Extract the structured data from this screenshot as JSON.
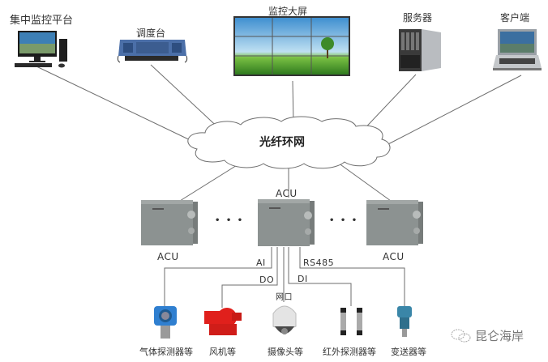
{
  "top_devices": [
    {
      "id": "central-monitoring",
      "label": "集中监控平台"
    },
    {
      "id": "dispatch-console",
      "label": "调度台"
    },
    {
      "id": "video-wall",
      "label": "监控大屏"
    },
    {
      "id": "server",
      "label": "服务器"
    },
    {
      "id": "client",
      "label": "客户端"
    }
  ],
  "network": {
    "label": "光纤环网"
  },
  "acus": [
    {
      "id": "acu-left",
      "label": "ACU"
    },
    {
      "id": "acu-center",
      "label": "ACU"
    },
    {
      "id": "acu-right",
      "label": "ACU"
    }
  ],
  "ellipsis": "• • •",
  "signals": {
    "ai": "AI",
    "do": "DO",
    "di": "DI",
    "rs485": "RS485",
    "network_port": "网口"
  },
  "field_devices": [
    {
      "id": "gas-detector",
      "label": "气体探测器等"
    },
    {
      "id": "fan",
      "label": "风机等"
    },
    {
      "id": "camera",
      "label": "摄像头等"
    },
    {
      "id": "ir-detector",
      "label": "红外探测器等"
    },
    {
      "id": "transmitter",
      "label": "变送器等"
    }
  ],
  "watermark": {
    "text": "昆仑海岸"
  },
  "colors": {
    "line": "#6e6e6e",
    "acu_box": "#8c9291",
    "pump": "#e0201c",
    "gas_detector": "#2f7fd0",
    "transmitter": "#3a86a8"
  }
}
